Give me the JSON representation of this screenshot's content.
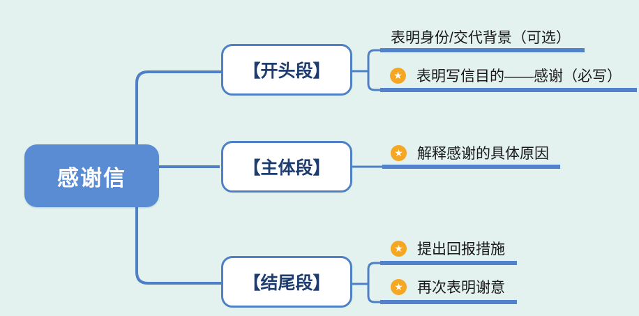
{
  "root": {
    "label": "感谢信"
  },
  "branches": [
    {
      "label": "【开头段】",
      "items": [
        {
          "text": "表明身份/交代背景（可选）",
          "starred": false
        },
        {
          "text": "表明写信目的——感谢（必写）",
          "starred": true
        }
      ]
    },
    {
      "label": "【主体段】",
      "items": [
        {
          "text": "解释感谢的具体原因",
          "starred": true
        }
      ]
    },
    {
      "label": "【结尾段】",
      "items": [
        {
          "text": "提出回报措施",
          "starred": true
        },
        {
          "text": "再次表明谢意",
          "starred": true
        }
      ]
    }
  ],
  "icons": {
    "star": "★"
  },
  "colors": {
    "background": "#e3f2ef",
    "root_fill": "#5a8cd3",
    "line_blue": "#4d80c4",
    "underline_blue": "#5282cc",
    "branch_text_navy": "#1e3c6e",
    "star_orange": "#f5a623",
    "leaf_text": "#191919"
  }
}
